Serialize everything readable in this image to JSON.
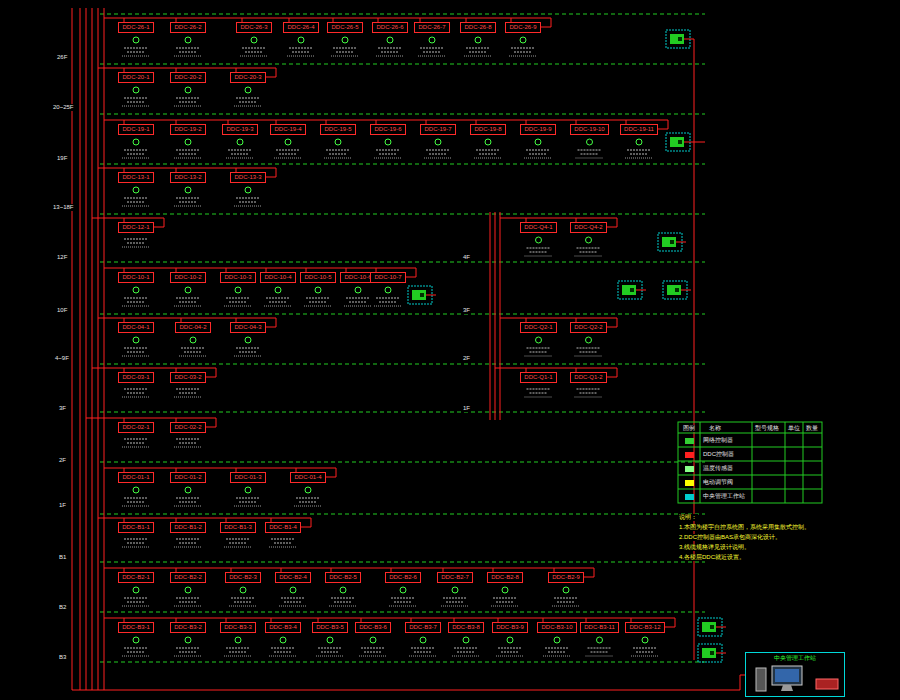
{
  "diagram": {
    "nodes": [
      {
        "text": [
          "DDC-26-1"
        ]
      },
      {
        "text": [
          "DDC-26-2"
        ]
      },
      {
        "text": [
          "DDC-26-3"
        ]
      },
      {
        "text": [
          "DDC-26-4"
        ]
      },
      {
        "text": [
          "DDC-26-5"
        ]
      },
      {
        "text": [
          "DDC-26-6"
        ]
      },
      {
        "text": [
          "DDC-26-7"
        ]
      },
      {
        "text": [
          "DDC-26-8"
        ]
      },
      {
        "text": [
          "DDC-26-9"
        ]
      },
      {
        "text": [
          "DDC-20-1"
        ]
      },
      {
        "text": [
          "DDC-20-2"
        ]
      },
      {
        "text": [
          "DDC-20-3"
        ]
      },
      {
        "text": [
          "DDC-19-1"
        ]
      },
      {
        "text": [
          "DDC-19-2"
        ]
      },
      {
        "text": [
          "DDC-19-3"
        ]
      },
      {
        "text": [
          "DDC-19-4"
        ]
      },
      {
        "text": [
          "DDC-19-5"
        ]
      },
      {
        "text": [
          "DDC-19-6"
        ]
      },
      {
        "text": [
          "DDC-19-7"
        ]
      },
      {
        "text": [
          "DDC-19-8"
        ]
      },
      {
        "text": [
          "DDC-19-9"
        ]
      },
      {
        "text": [
          "DDC-19-10"
        ]
      },
      {
        "text": [
          "DDC-19-11"
        ]
      },
      {
        "text": [
          "DDC-13-1"
        ]
      },
      {
        "text": [
          "DDC-13-2"
        ]
      },
      {
        "text": [
          "DDC-13-3"
        ]
      },
      {
        "text": [
          "DDC-12-1"
        ]
      },
      {
        "text": [
          "DDC-10-1"
        ]
      },
      {
        "text": [
          "DDC-10-2"
        ]
      },
      {
        "text": [
          "DDC-10-3"
        ]
      },
      {
        "text": [
          "DDC-10-4"
        ]
      },
      {
        "text": [
          "DDC-10-5"
        ]
      },
      {
        "text": [
          "DDC-10-6"
        ]
      },
      {
        "text": [
          "DDC-10-7"
        ]
      },
      {
        "text": [
          "DDC-04-1"
        ]
      },
      {
        "text": [
          "DDC-04-2"
        ]
      },
      {
        "text": [
          "DDC-04-3"
        ]
      },
      {
        "text": [
          "DDC-03-1"
        ]
      },
      {
        "text": [
          "DDC-03-2"
        ]
      },
      {
        "text": [
          "DDC-02-1"
        ]
      },
      {
        "text": [
          "DDC-02-2"
        ]
      },
      {
        "text": [
          "DDC-01-1"
        ]
      },
      {
        "text": [
          "DDC-01-2"
        ]
      },
      {
        "text": [
          "DDC-01-3"
        ]
      },
      {
        "text": [
          "DDC-01-4"
        ]
      },
      {
        "text": [
          "DDC-B1-1"
        ]
      },
      {
        "text": [
          "DDC-B1-2"
        ]
      },
      {
        "text": [
          "DDC-B1-3"
        ]
      },
      {
        "text": [
          "DDC-B1-4"
        ]
      },
      {
        "text": [
          "DDC-B2-1"
        ]
      },
      {
        "text": [
          "DDC-B2-2"
        ]
      },
      {
        "text": [
          "DDC-B2-3"
        ]
      },
      {
        "text": [
          "DDC-B2-4"
        ]
      },
      {
        "text": [
          "DDC-B2-5"
        ]
      },
      {
        "text": [
          "DDC-B2-6"
        ]
      },
      {
        "text": [
          "DDC-B2-7"
        ]
      },
      {
        "text": [
          "DDC-B2-8"
        ]
      },
      {
        "text": [
          "DDC-B2-9"
        ]
      },
      {
        "text": [
          "DDC-B3-1"
        ]
      },
      {
        "text": [
          "DDC-B3-2"
        ]
      },
      {
        "text": [
          "DDC-B3-3"
        ]
      },
      {
        "text": [
          "DDC-B3-4"
        ]
      },
      {
        "text": [
          "DDC-B3-5"
        ]
      },
      {
        "text": [
          "DDC-B3-6"
        ]
      },
      {
        "text": [
          "DDC-B3-7"
        ]
      },
      {
        "text": [
          "DDC-B3-8"
        ]
      },
      {
        "text": [
          "DDC-B3-9"
        ]
      },
      {
        "text": [
          "DDC-B3-10"
        ]
      },
      {
        "text": [
          "DDC-B3-11"
        ]
      },
      {
        "text": [
          "DDC-B3-12"
        ]
      },
      {
        "text": [
          "DDC-Q4-1"
        ]
      },
      {
        "text": [
          "DDC-Q4-2"
        ]
      },
      {
        "text": [
          "DDC-Q2-1"
        ]
      },
      {
        "text": [
          "DDC-Q2-2"
        ]
      },
      {
        "text": [
          "DDC-Q1-1"
        ]
      },
      {
        "text": [
          "DDC-Q1-2"
        ]
      },
      {
        "text": [
          "中央管理工作站"
        ]
      }
    ],
    "labels": [
      "26F",
      "20~25F",
      "19F",
      "13~18F",
      "12F",
      "10F",
      "4~9F",
      "3F",
      "2F",
      "1F",
      "B1",
      "B2",
      "B3",
      "4F",
      "3F",
      "2F",
      "1F",
      "图例",
      "名称",
      "型号规格",
      "单位",
      "数量",
      "说明：",
      "1.本图为楼宇自控系统图，系统采用集散式控制。",
      "2.DDC控制器由BAS承包商深化设计。",
      "3.线缆规格详见设计说明。",
      "4.各楼层DDC就近设置。"
    ],
    "legend": [
      {
        "text": "网络控制器",
        "color": "#33cc33"
      },
      {
        "text": "DDC控制器",
        "color": "#ff2020"
      },
      {
        "text": "温度传感器",
        "color": "#88ff88"
      },
      {
        "text": "电动调节阀",
        "color": "#ffff00"
      },
      {
        "text": "中央管理工作站",
        "color": "#00cccc"
      }
    ]
  }
}
